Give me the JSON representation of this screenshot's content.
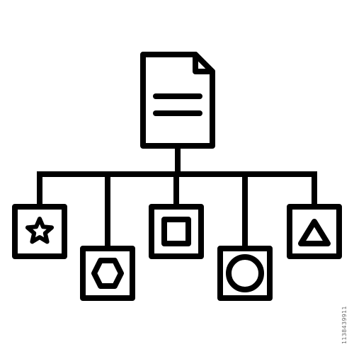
{
  "icon": {
    "name": "document-hierarchy-shapes-icon",
    "stroke_color": "#000000",
    "background_color": "#ffffff"
  },
  "top_node": {
    "icon": "document-icon",
    "text_lines": 2
  },
  "child_nodes": [
    {
      "icon": "star-icon",
      "shape": "star"
    },
    {
      "icon": "hexagon-icon",
      "shape": "hexagon"
    },
    {
      "icon": "square-icon",
      "shape": "square"
    },
    {
      "icon": "circle-icon",
      "shape": "circle"
    },
    {
      "icon": "triangle-icon",
      "shape": "triangle"
    }
  ],
  "stock_id": "1138439911"
}
